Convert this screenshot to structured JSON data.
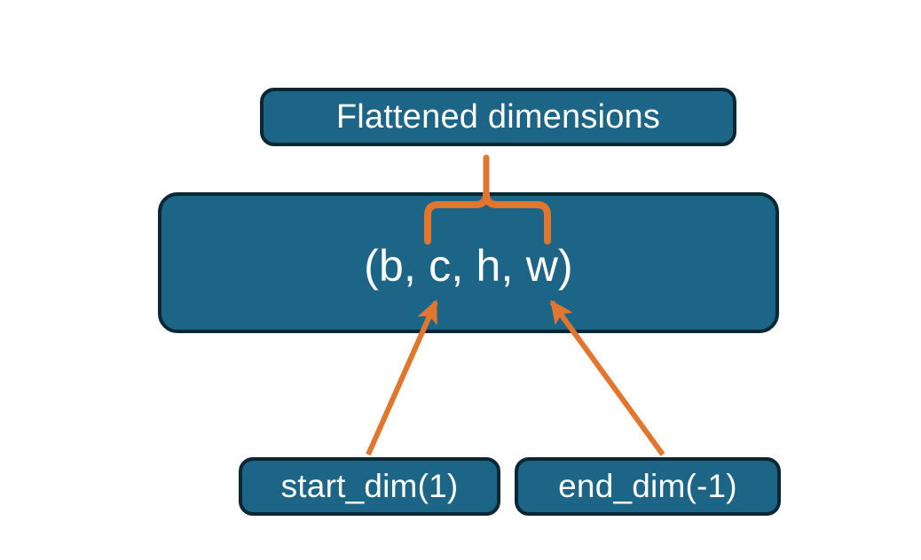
{
  "diagram": {
    "title_node": {
      "label": "Flattened dimensions"
    },
    "shape_node": {
      "label": "(b, c, h, w)"
    },
    "param_nodes": [
      {
        "label": "start_dim(1)"
      },
      {
        "label": "end_dim(-1)"
      }
    ],
    "connectors": [
      {
        "name": "brace-to-flattened",
        "kind": "curly-brace"
      },
      {
        "name": "arrow-start-dim-to-c",
        "kind": "arrow"
      },
      {
        "name": "arrow-end-dim-to-w",
        "kind": "arrow"
      }
    ],
    "colors": {
      "background": "#ffffff",
      "node_fill": "#1c6586",
      "node_border": "#0c2734",
      "node_text": "#ffffff",
      "accent": "#e2762e"
    }
  }
}
